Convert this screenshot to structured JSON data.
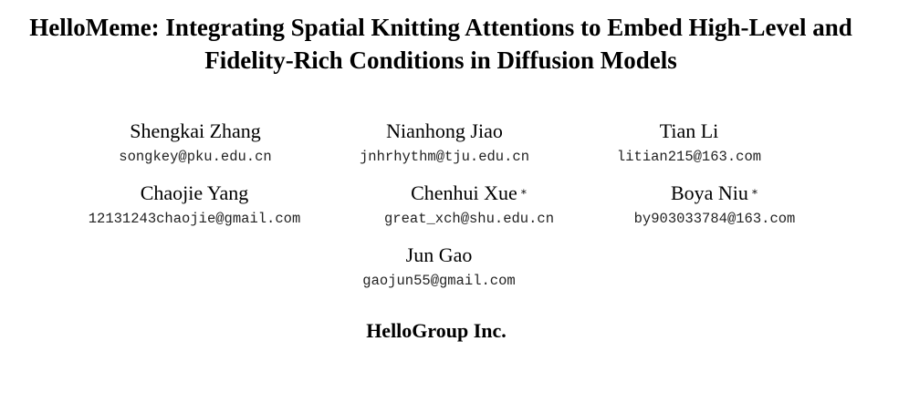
{
  "paper": {
    "title_line1": "HelloMeme: Integrating Spatial Knitting Attentions to Embed High-Level and",
    "title_line2": "Fidelity-Rich Conditions in Diffusion Models",
    "authors": [
      {
        "name": "Shengkai Zhang",
        "email": "songkey@pku.edu.cn",
        "mark": ""
      },
      {
        "name": "Nianhong Jiao",
        "email": "jnhrhythm@tju.edu.cn",
        "mark": ""
      },
      {
        "name": "Tian Li",
        "email": "litian215@163.com",
        "mark": ""
      },
      {
        "name": "Chaojie Yang",
        "email": "12131243chaojie@gmail.com",
        "mark": ""
      },
      {
        "name": "Chenhui Xue",
        "email": "great_xch@shu.edu.cn",
        "mark": "∗"
      },
      {
        "name": "Boya Niu",
        "email": "by903033784@163.com",
        "mark": "∗"
      },
      {
        "name": "Jun Gao",
        "email": "gaojun55@gmail.com",
        "mark": ""
      }
    ],
    "affiliation": "HelloGroup Inc."
  }
}
